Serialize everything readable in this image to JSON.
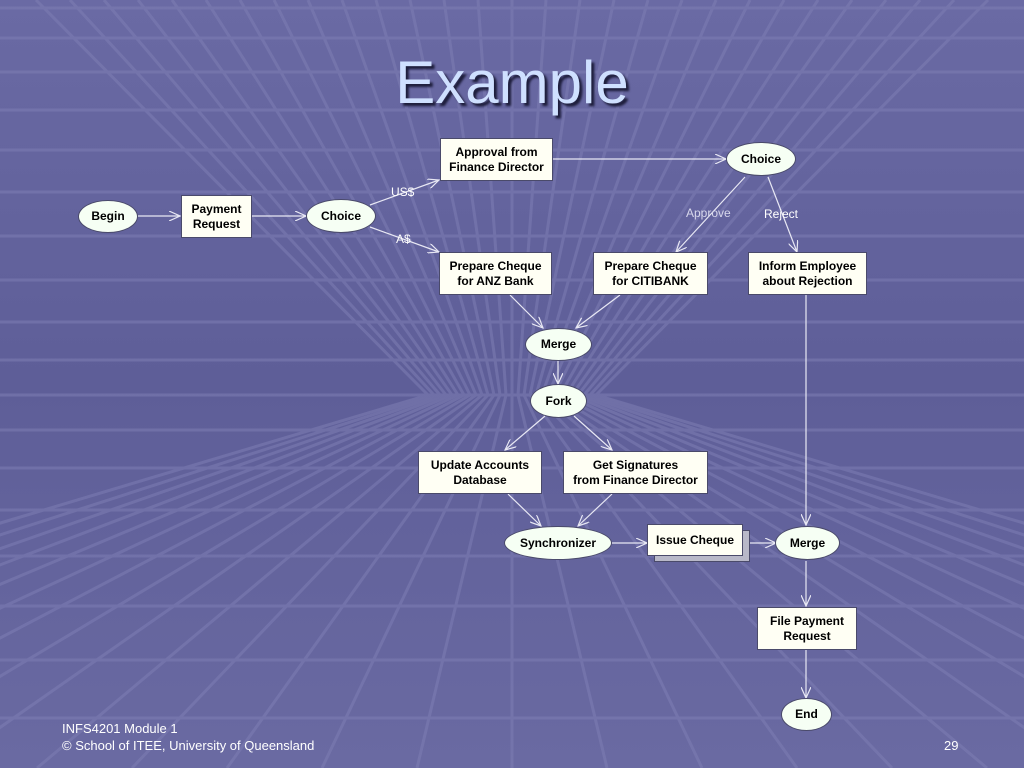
{
  "slide": {
    "title": "Example",
    "footer_line1": "INFS4201 Module 1",
    "footer_line2": "© School of ITEE, University of Queensland",
    "page_number": "29"
  },
  "diagram": {
    "nodes": {
      "begin": "Begin",
      "payment_request": [
        "Payment",
        "Request"
      ],
      "choice1": "Choice",
      "approval_finance_director": [
        "Approval from",
        "Finance Director"
      ],
      "choice2": "Choice",
      "prepare_cheque_anz": [
        "Prepare Cheque",
        "for ANZ Bank"
      ],
      "prepare_cheque_citibank": [
        "Prepare Cheque",
        "for CITIBANK"
      ],
      "inform_employee": [
        "Inform Employee",
        "about Rejection"
      ],
      "merge1": "Merge",
      "fork": "Fork",
      "update_accounts": [
        "Update Accounts",
        "Database"
      ],
      "get_signatures": [
        "Get Signatures",
        "from Finance Director"
      ],
      "synchronizer": "Synchronizer",
      "issue_cheque": "Issue Cheque",
      "merge2": "Merge",
      "file_payment_request": [
        "File Payment",
        "Request"
      ],
      "end": "End"
    },
    "edge_labels": {
      "us_dollar": "US$",
      "au_dollar": "A$",
      "approve": "Approve",
      "reject": "Reject"
    }
  }
}
